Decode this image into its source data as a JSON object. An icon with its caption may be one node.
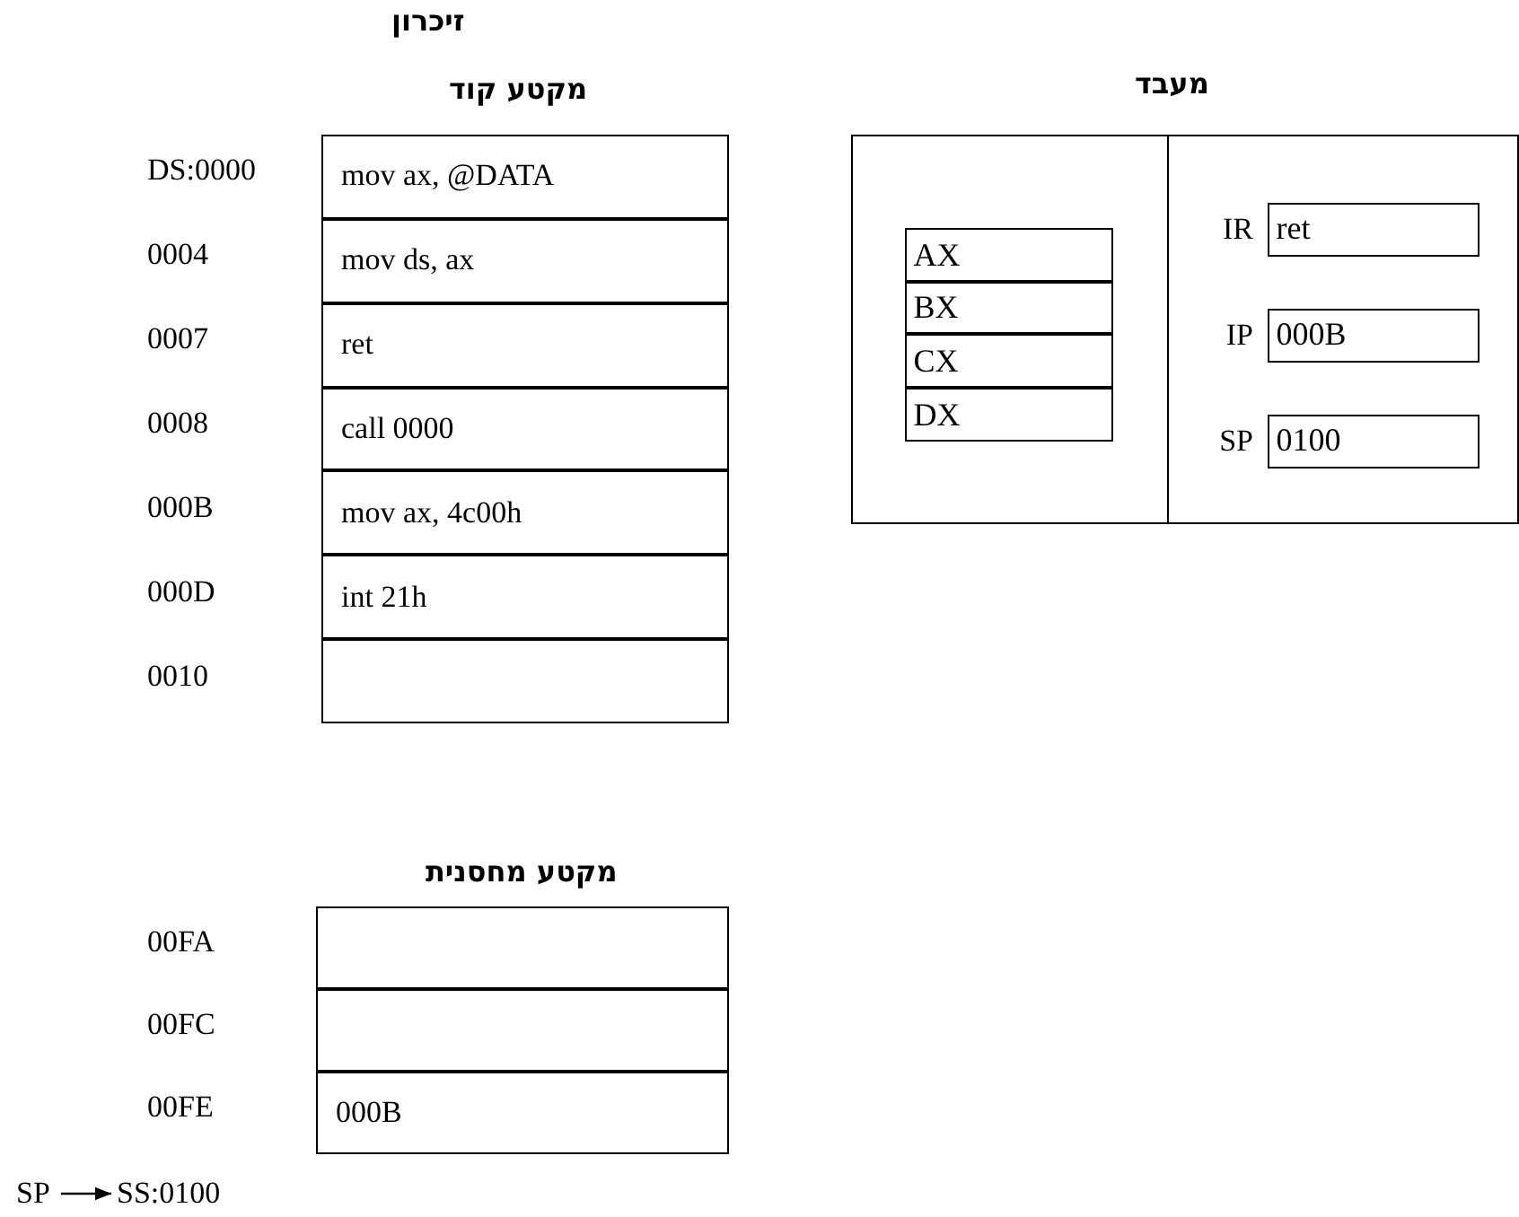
{
  "diagram": {
    "title": "זיכרון",
    "nodes": [
      {
        "text": [
          "מעבד"
        ]
      },
      {
        "text": [
          "AX"
        ],
        "in": 0
      },
      {
        "text": [
          "BX"
        ],
        "in": 0
      },
      {
        "text": [
          "CX"
        ],
        "in": 0
      },
      {
        "text": [
          "DX"
        ],
        "in": 0
      },
      {
        "text": [
          "ret"
        ],
        "beside": [
          "IR"
        ],
        "in": 0
      },
      {
        "text": [
          "000B"
        ],
        "beside": [
          "IP"
        ],
        "in": 0
      },
      {
        "text": [
          "0100"
        ],
        "beside": [
          "SP"
        ],
        "in": 0
      },
      {
        "text": [
          "mov ax, @DATA"
        ],
        "beside": [
          "DS:0000"
        ]
      },
      {
        "text": [
          "mov ds, ax"
        ],
        "beside": [
          "0004"
        ]
      },
      {
        "text": [
          "ret"
        ],
        "beside": [
          "0007"
        ]
      },
      {
        "text": [
          "call 0000"
        ],
        "beside": [
          "0008"
        ]
      },
      {
        "text": [
          "mov ax, 4c00h"
        ],
        "beside": [
          "000B"
        ]
      },
      {
        "text": [
          "int 21h"
        ],
        "beside": [
          "000D"
        ]
      },
      {
        "text": [],
        "shape": "box",
        "beside": [
          "0010"
        ]
      },
      {
        "text": [],
        "shape": "box",
        "beside": [
          "00FA"
        ]
      },
      {
        "text": [],
        "shape": "box",
        "beside": [
          "00FC"
        ]
      },
      {
        "text": [
          "000B"
        ],
        "beside": [
          "00FE"
        ]
      },
      {
        "text": [
          "SP"
        ]
      },
      {
        "text": [
          "SS:0100"
        ]
      }
    ],
    "edges": [
      {
        "from": 18,
        "to": 19,
        "arrow": "to"
      }
    ],
    "labels": [
      "מקטע קוד",
      "מקטע מחסנית"
    ]
  }
}
